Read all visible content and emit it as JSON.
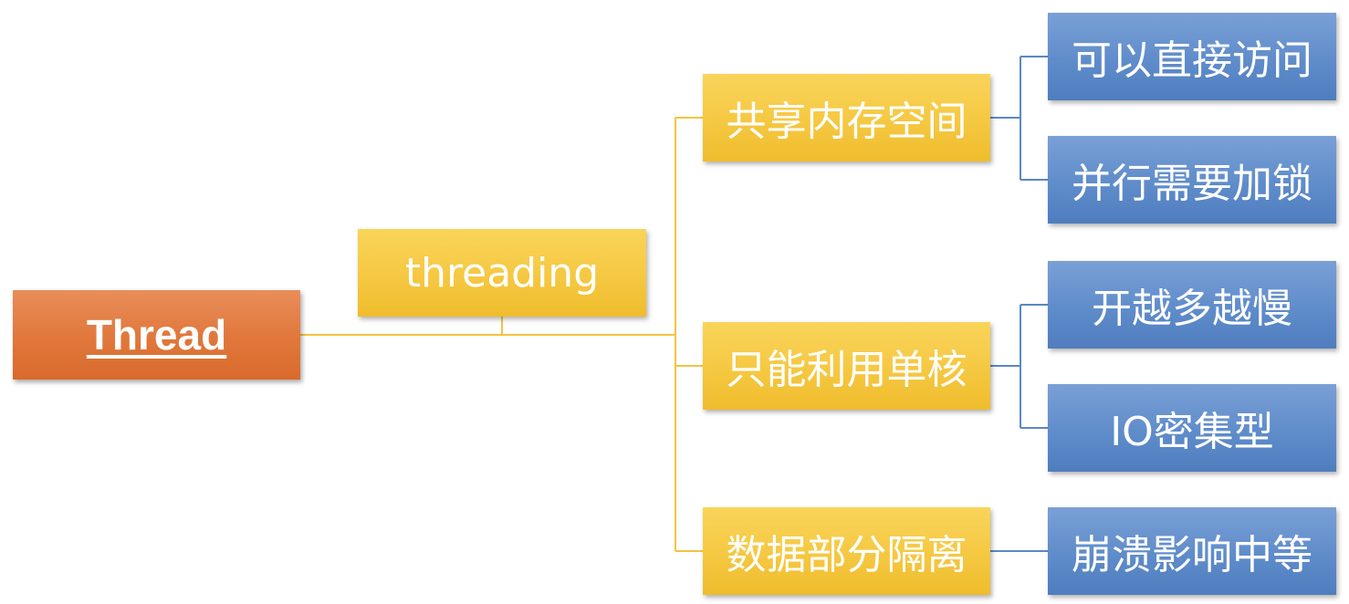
{
  "root": {
    "label": "Thread"
  },
  "level1": {
    "label": "threading"
  },
  "level2": [
    {
      "label": "共享内存空间",
      "children": [
        "可以直接访问",
        "并行需要加锁"
      ]
    },
    {
      "label": "只能利用单核",
      "children": [
        "开越多越慢",
        "IO密集型"
      ]
    },
    {
      "label": "数据部分隔离",
      "children": [
        "崩溃影响中等"
      ]
    }
  ],
  "colors": {
    "root": "#e07a3e",
    "level1": "#f5c842",
    "level2": "#f5c842",
    "leaf": "#5f8cca",
    "connector_orange": "#f5c242",
    "connector_blue": "#5b87c5"
  }
}
